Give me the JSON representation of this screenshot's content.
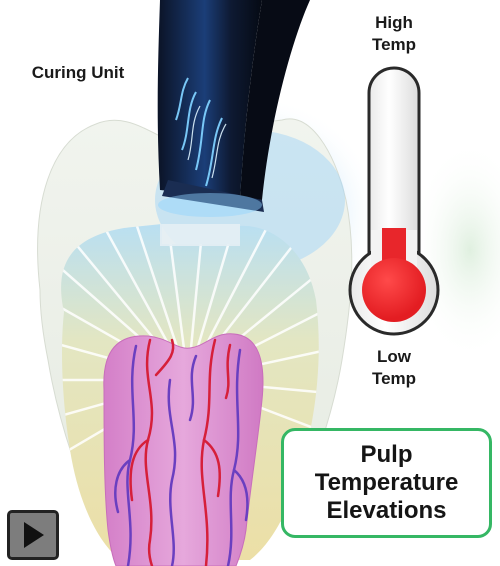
{
  "labels": {
    "curing_unit": "Curing Unit",
    "high_temp_line1": "High",
    "high_temp_line2": "Temp",
    "low_temp_line1": "Low",
    "low_temp_line2": "Temp"
  },
  "title_box": {
    "line1": "Pulp",
    "line2": "Temperature",
    "line3": "Elevations"
  },
  "controls": {
    "play_icon": "play-icon"
  },
  "colors": {
    "thermometer_fill": "#e8262b",
    "title_border": "#35b764",
    "pulp": "#d98ccd",
    "nerve_red": "#d61f3a",
    "nerve_purple": "#6a3fc0",
    "curing_light": "#2a8fe0"
  }
}
